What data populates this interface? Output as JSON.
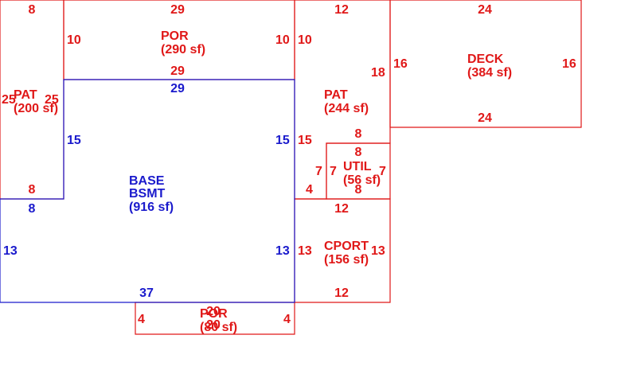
{
  "colors": {
    "base": "#1a1acc",
    "addition": "#e01818",
    "background": "#ffffff"
  },
  "areas": [
    {
      "id": "por-top",
      "color": "addition",
      "name": "POR",
      "area": "(290 sf)",
      "dims": [
        "29",
        "29",
        "10",
        "10"
      ]
    },
    {
      "id": "pat-left",
      "color": "addition",
      "name": "PAT",
      "area": "(200 sf)",
      "dims": [
        "8",
        "8",
        "25",
        "25"
      ]
    },
    {
      "id": "pat-right",
      "color": "addition",
      "name": "PAT",
      "area": "(244 sf)",
      "dims": [
        "12",
        "10",
        "18",
        "15",
        "4",
        "8"
      ]
    },
    {
      "id": "deck",
      "color": "addition",
      "name": "DECK",
      "area": "(384 sf)",
      "dims": [
        "24",
        "24",
        "16",
        "16"
      ]
    },
    {
      "id": "util",
      "color": "addition",
      "name": "UTIL",
      "area": "(56 sf)",
      "dims": [
        "8",
        "8",
        "7",
        "7"
      ]
    },
    {
      "id": "cport",
      "color": "addition",
      "name": "CPORT",
      "area": "(156 sf)",
      "dims": [
        "12",
        "12",
        "13",
        "13"
      ]
    },
    {
      "id": "por-bottom",
      "color": "addition",
      "name": "POR",
      "area": "(80 sf)",
      "dims": [
        "20",
        "20",
        "4",
        "4"
      ]
    },
    {
      "id": "base",
      "color": "base",
      "name": "BASE",
      "name2": "BSMT",
      "area": "(916 sf)",
      "dims": [
        "29",
        "37",
        "15",
        "15",
        "8",
        "13",
        "13"
      ]
    }
  ]
}
